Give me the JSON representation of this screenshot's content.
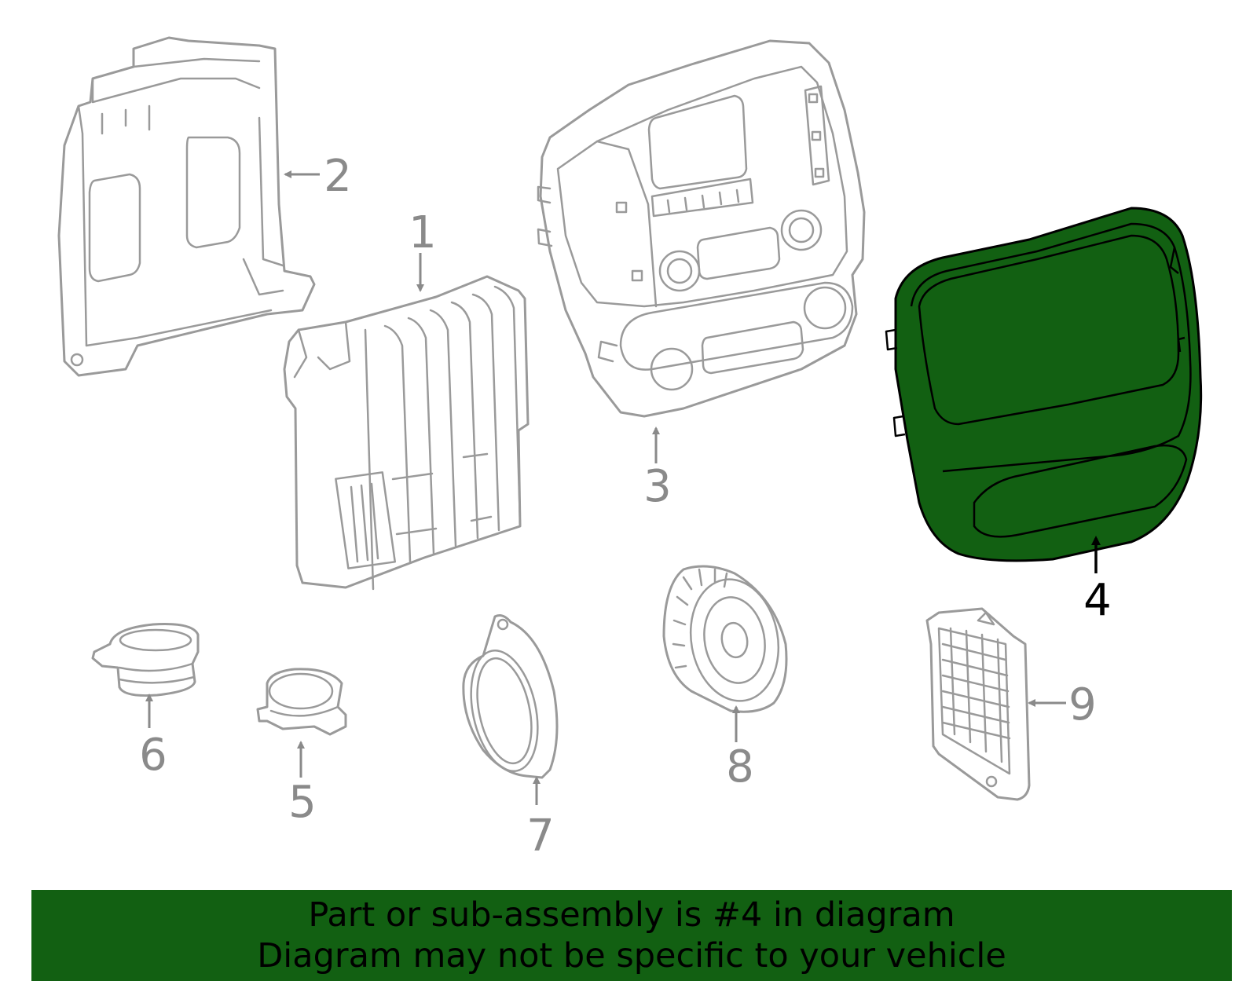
{
  "diagram": {
    "callouts": {
      "c1": "1",
      "c2": "2",
      "c3": "3",
      "c4": "4",
      "c5": "5",
      "c6": "6",
      "c7": "7",
      "c8": "8",
      "c9": "9"
    },
    "highlighted_part": "4",
    "colors": {
      "highlight_fill": "#126012",
      "outline_gray": "#9a9a9a",
      "banner_bg": "#126012"
    }
  },
  "banner": {
    "line1": "Part or sub-assembly is #4 in diagram",
    "line2": "Diagram may not be specific to your vehicle"
  }
}
